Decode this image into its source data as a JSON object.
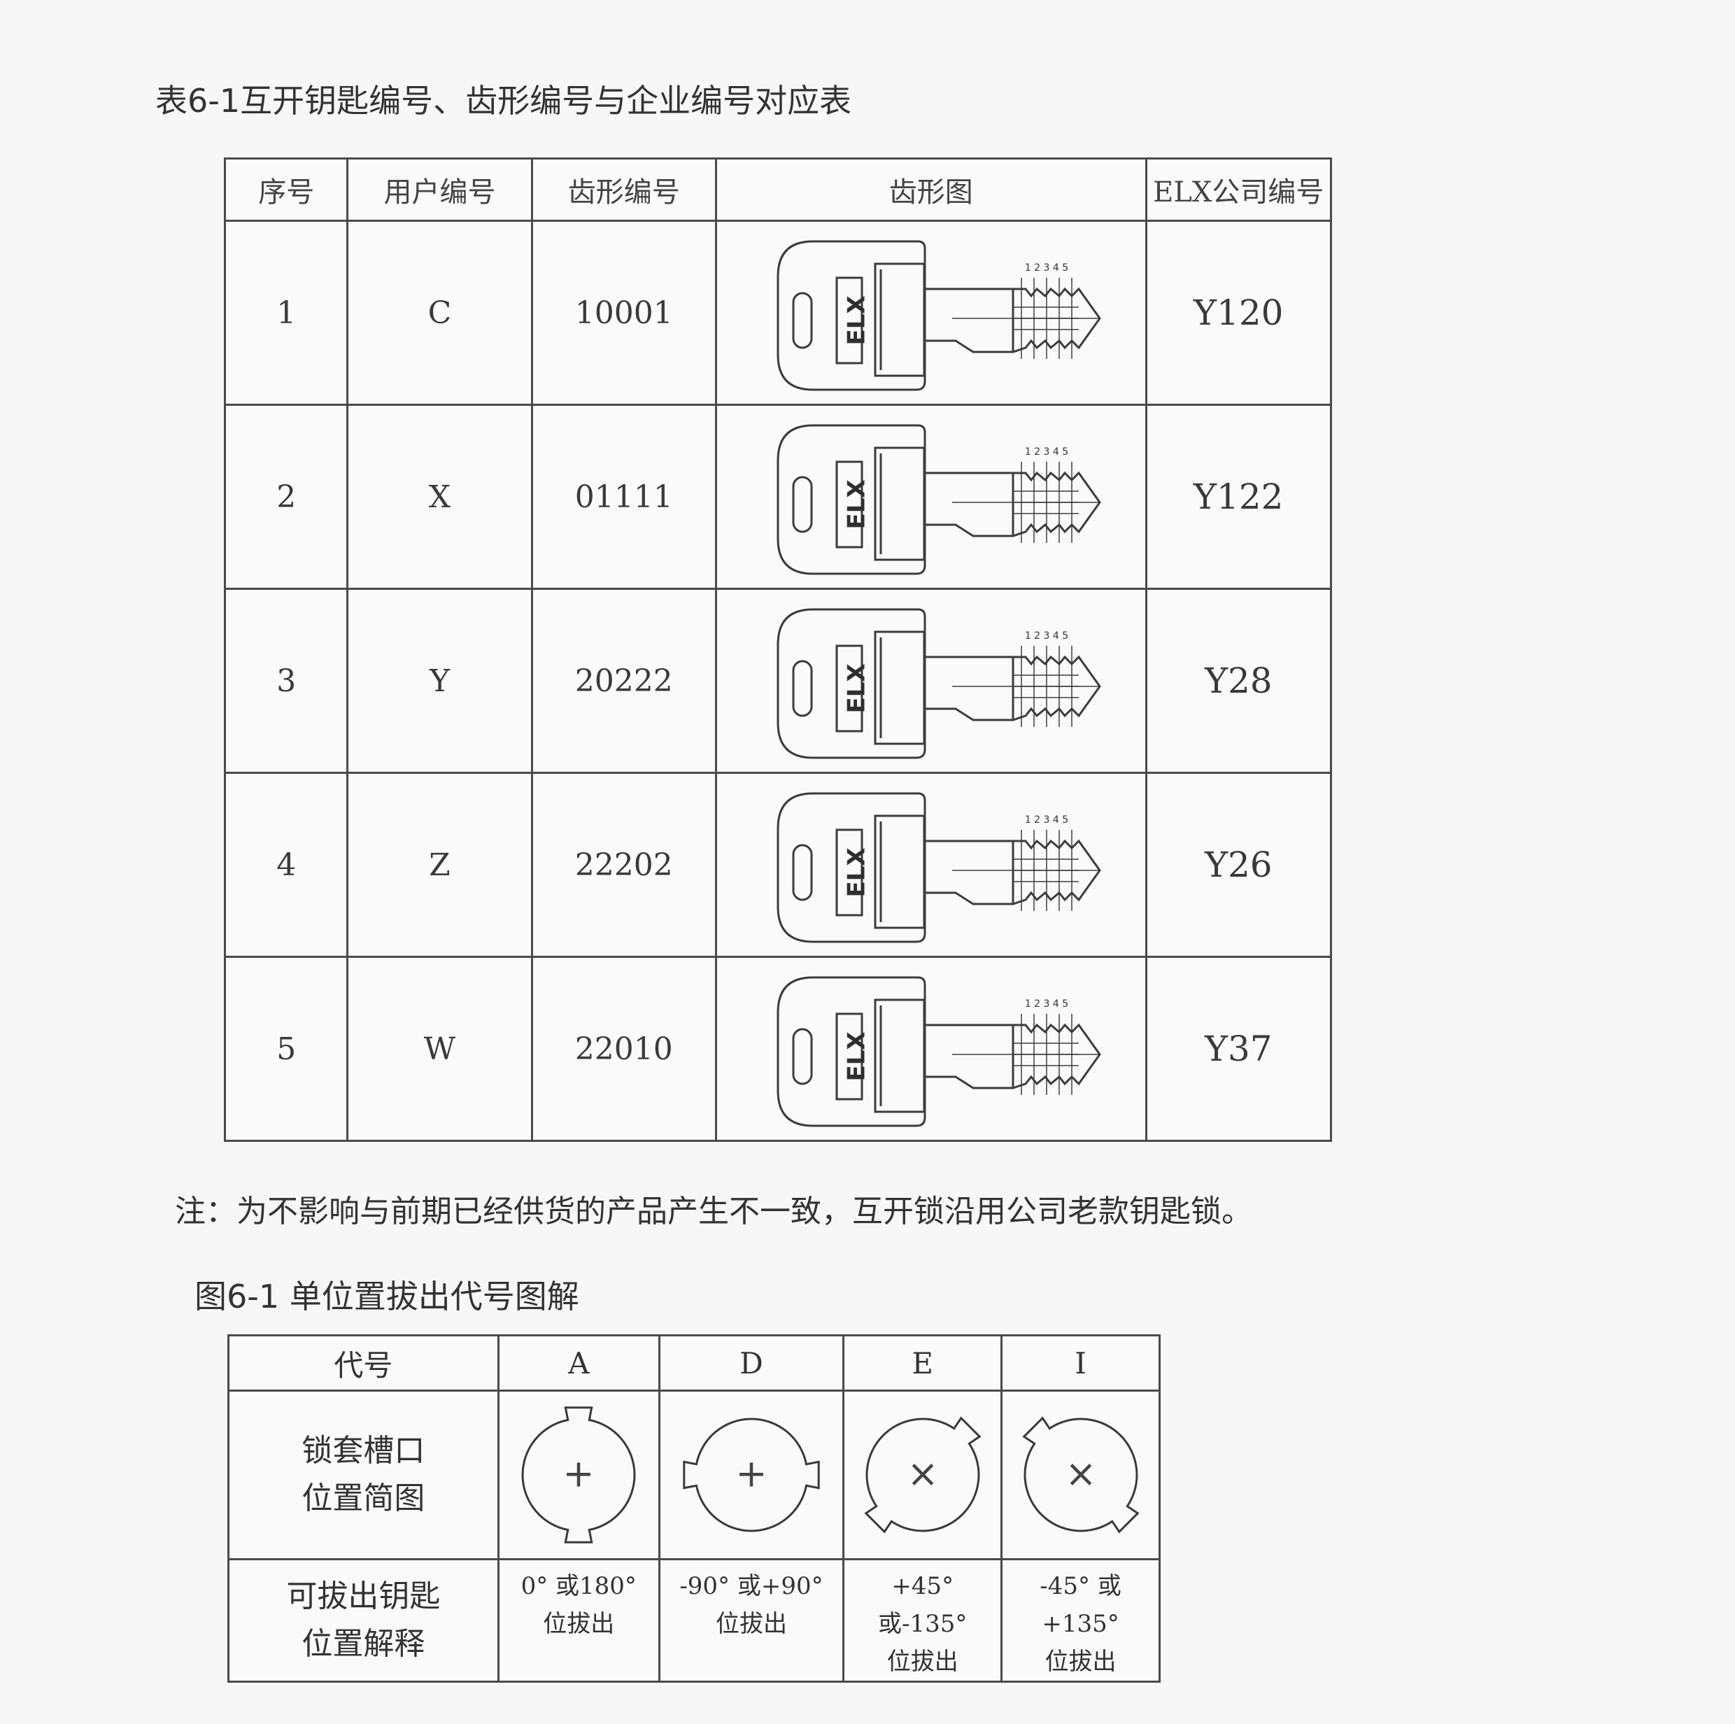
{
  "table_caption": "表6-1互开钥匙编号、齿形编号与企业编号对应表",
  "key_table": {
    "headers": [
      "序号",
      "用户编号",
      "齿形编号",
      "齿形图",
      "ELX公司编号"
    ],
    "key_brand": "ELX",
    "tick_labels": "1 2 3 4 5",
    "rows": [
      {
        "index": "1",
        "user_code": "C",
        "tooth_code": "10001",
        "elx_code": "Y120"
      },
      {
        "index": "2",
        "user_code": "X",
        "tooth_code": "01111",
        "elx_code": "Y122"
      },
      {
        "index": "3",
        "user_code": "Y",
        "tooth_code": "20222",
        "elx_code": "Y28"
      },
      {
        "index": "4",
        "user_code": "Z",
        "tooth_code": "22202",
        "elx_code": "Y26"
      },
      {
        "index": "5",
        "user_code": "W",
        "tooth_code": "22010",
        "elx_code": "Y37"
      }
    ]
  },
  "note": "注：为不影响与前期已经供货的产品产生不一致，互开锁沿用公司老款钥匙锁。",
  "figure_caption": "图6-1 单位置拔出代号图解",
  "position_table": {
    "header_label": "代号",
    "row2_label_line1": "锁套槽口",
    "row2_label_line2": "位置简图",
    "row3_label_line1": "可拔出钥匙",
    "row3_label_line2": "位置解释",
    "columns": [
      {
        "code": "A",
        "angle": "0° 或180°",
        "action": "位拔出",
        "slot_angles": [
          0,
          180
        ],
        "center_mark": "+"
      },
      {
        "code": "D",
        "angle": "-90° 或+90°",
        "action": "位拔出",
        "slot_angles": [
          90,
          270
        ],
        "center_mark": "+"
      },
      {
        "code": "E",
        "angle": "+45° 或-135°",
        "action": "位拔出",
        "slot_angles": [
          45,
          225
        ],
        "center_mark": "×"
      },
      {
        "code": "I",
        "angle": "-45° 或+135°",
        "action": "位拔出",
        "slot_angles": [
          135,
          315
        ],
        "center_mark": "×"
      }
    ]
  }
}
